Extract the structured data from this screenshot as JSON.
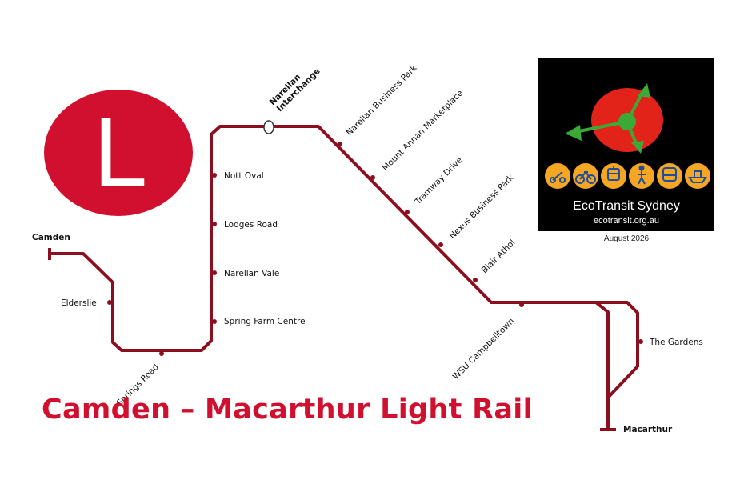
{
  "map": {
    "title": "Camden – Macarthur Light Rail",
    "line_letter": "L",
    "line_color": "#8b0f1f",
    "accent_color": "#d0102e"
  },
  "stations": {
    "camden": "Camden",
    "elderslie": "Elderslie",
    "springs_road": "Springs Road",
    "spring_farm_centre": "Spring Farm Centre",
    "narellan_vale": "Narellan Vale",
    "lodges_road": "Lodges Road",
    "nott_oval": "Nott Oval",
    "narellan_interchange_1": "Narellan",
    "narellan_interchange_2": "Interchange",
    "narellan_business_park": "Narellan Business Park",
    "mount_annan_marketplace": "Mount Annan Marketplace",
    "tramway_drive": "Tramway Drive",
    "nexus_business_park": "Nexus Business Park",
    "blair_athol": "Blair Athol",
    "wsu_campbelltown": "WSU Campbelltown",
    "the_gardens": "The Gardens",
    "macarthur": "Macarthur"
  },
  "ecotransit": {
    "name": "EcoTransit Sydney",
    "url": "ecotransit.org.au",
    "date": "August 2026",
    "modes": [
      "bike-icon",
      "bicycle-icon",
      "tram-icon",
      "walk-icon",
      "bus-icon",
      "ferry-icon"
    ]
  }
}
